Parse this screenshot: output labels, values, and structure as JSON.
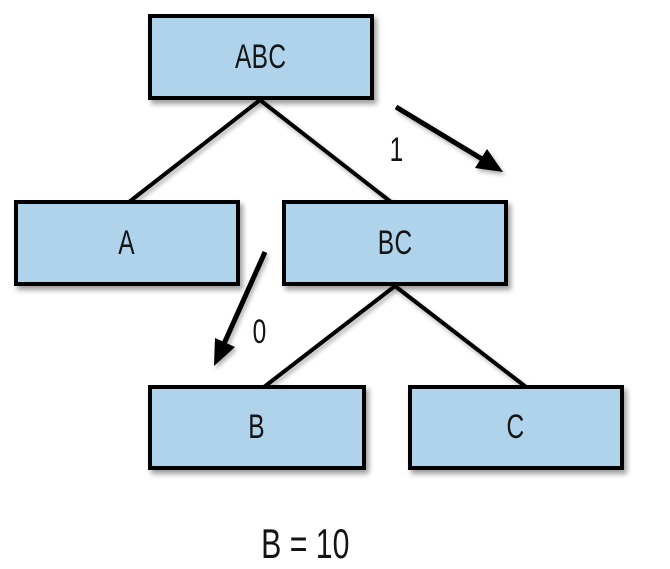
{
  "diagram": {
    "nodes": {
      "abc": {
        "label": "ABC"
      },
      "a": {
        "label": "A"
      },
      "bc": {
        "label": "BC"
      },
      "b": {
        "label": "B"
      },
      "c": {
        "label": "C"
      }
    },
    "edge_labels": {
      "one": "1",
      "zero": "0"
    },
    "caption": "B = 10",
    "colors": {
      "node_fill": "#AFD3EA",
      "node_border": "#000000",
      "connector": "#000000",
      "background": "#FFFFFF"
    }
  }
}
